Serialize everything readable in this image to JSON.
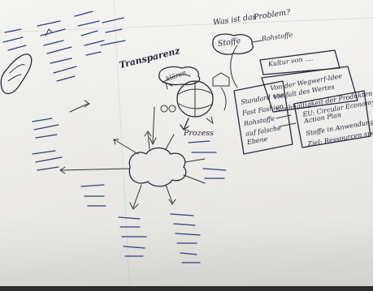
{
  "image": {
    "description_free": true
  },
  "texts": {
    "question_line1": "Was ist das",
    "question_line2": "Problem?",
    "stoffe": "Stoffe",
    "rohstoffe": "Rohstoffe",
    "kultur": "Kultur von ....",
    "box_a_1": "Von der Wegwerf-Idee",
    "box_a_2": "Vielfalt des Wertes",
    "box_a_3": "Nachhaltigkeit der Produkten",
    "left_note_1": "Standard von",
    "left_note_2": "Fast Fashion",
    "left_note_3": "Rohstoffe",
    "left_note_4": "auf falsche",
    "left_note_5": "Ebene",
    "eu_1": "EU: Circular Economy",
    "eu_2": "Action Plan",
    "eu_3": "Stoffe in Anwendung",
    "eu_4": "Ziel: Ressourcen sparen",
    "title_center": "Transparenz",
    "globe_label": "Prozess",
    "cloud_small": "klären"
  }
}
